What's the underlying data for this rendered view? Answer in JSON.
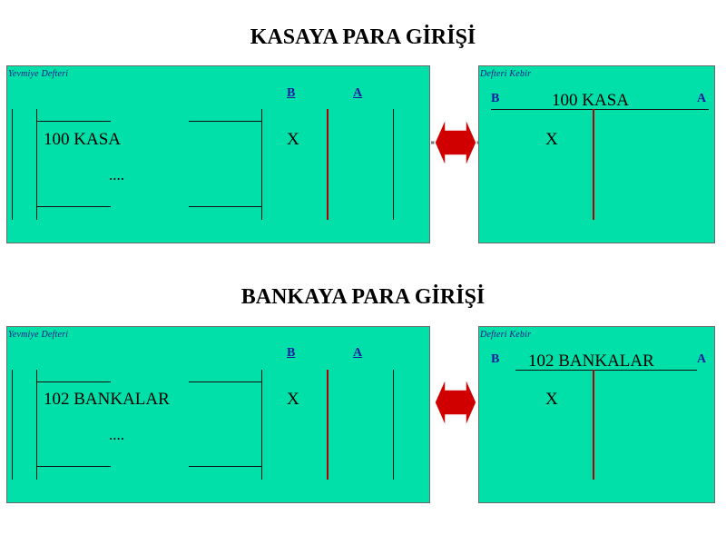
{
  "section1": {
    "title": "KASAYA PARA GİRİŞİ",
    "journal": {
      "label": "Yevmiye Defteri",
      "col_debit": "B",
      "col_credit": "A",
      "entry_account": "100 KASA",
      "entry_mark": "X",
      "continuation": "...."
    },
    "ledger": {
      "label": "Defteri Kebir",
      "account": "100 KASA",
      "side_debit": "B",
      "side_credit": "A",
      "entry_mark": "X"
    }
  },
  "section2": {
    "title": "BANKAYA PARA GİRİŞİ",
    "journal": {
      "label": "Yevmiye Defteri",
      "col_debit": "B",
      "col_credit": "A",
      "entry_account": "102 BANKALAR",
      "entry_mark": "X",
      "continuation": "...."
    },
    "ledger": {
      "label": "Defteri Kebir",
      "account": "102 BANKALAR",
      "side_debit": "B",
      "side_credit": "A",
      "entry_mark": "X"
    }
  },
  "colors": {
    "panel": "#00e0a8",
    "arrow": "#d00000",
    "t_line": "#b00000",
    "header_text": "#1a1aa0"
  }
}
